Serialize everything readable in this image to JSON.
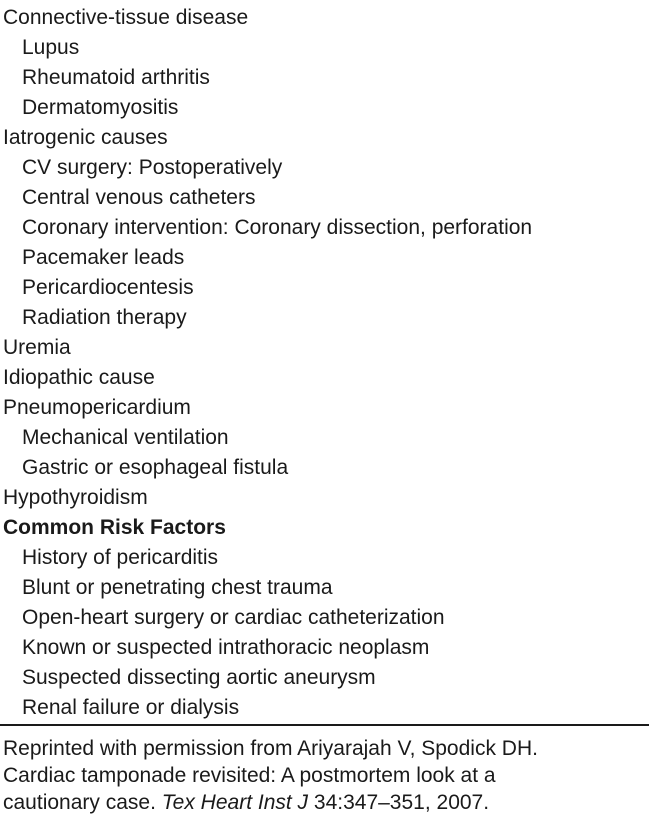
{
  "page": {
    "background": "#ffffff",
    "text_color": "#1a1a1a",
    "rule_color": "#1a1a1a"
  },
  "list": {
    "items": [
      {
        "text": "Connective-tissue disease",
        "indent": 0,
        "bold": false
      },
      {
        "text": "Lupus",
        "indent": 1,
        "bold": false
      },
      {
        "text": "Rheumatoid arthritis",
        "indent": 1,
        "bold": false
      },
      {
        "text": "Dermatomyositis",
        "indent": 1,
        "bold": false
      },
      {
        "text": "Iatrogenic causes",
        "indent": 0,
        "bold": false
      },
      {
        "text": "CV surgery: Postoperatively",
        "indent": 1,
        "bold": false
      },
      {
        "text": "Central venous catheters",
        "indent": 1,
        "bold": false
      },
      {
        "text": "Coronary intervention: Coronary dissection, perforation",
        "indent": 1,
        "bold": false
      },
      {
        "text": "Pacemaker leads",
        "indent": 1,
        "bold": false
      },
      {
        "text": "Pericardiocentesis",
        "indent": 1,
        "bold": false
      },
      {
        "text": "Radiation therapy",
        "indent": 1,
        "bold": false
      },
      {
        "text": "Uremia",
        "indent": 0,
        "bold": false
      },
      {
        "text": "Idiopathic cause",
        "indent": 0,
        "bold": false
      },
      {
        "text": "Pneumopericardium",
        "indent": 0,
        "bold": false
      },
      {
        "text": "Mechanical ventilation",
        "indent": 1,
        "bold": false
      },
      {
        "text": "Gastric or esophageal fistula",
        "indent": 1,
        "bold": false
      },
      {
        "text": "Hypothyroidism",
        "indent": 0,
        "bold": false
      },
      {
        "text": "Common Risk Factors",
        "indent": 0,
        "bold": true
      },
      {
        "text": "History of pericarditis",
        "indent": 1,
        "bold": false
      },
      {
        "text": "Blunt or penetrating chest trauma",
        "indent": 1,
        "bold": false
      },
      {
        "text": "Open-heart surgery or cardiac catheterization",
        "indent": 1,
        "bold": false
      },
      {
        "text": "Known or suspected intrathoracic neoplasm",
        "indent": 1,
        "bold": false
      },
      {
        "text": "Suspected dissecting aortic aneurysm",
        "indent": 1,
        "bold": false
      },
      {
        "text": "Renal failure or dialysis",
        "indent": 1,
        "bold": false
      }
    ]
  },
  "footnote": {
    "lines": {
      "line1": "Reprinted with permission from Ariyarajah V, Spodick DH.",
      "line2": "Cardiac tamponade revisited: A postmortem look at a",
      "line3_prefix": "cautionary case. ",
      "line3_italic": "Tex Heart Inst J",
      "line3_suffix": " 34:347–351, 2007."
    }
  }
}
